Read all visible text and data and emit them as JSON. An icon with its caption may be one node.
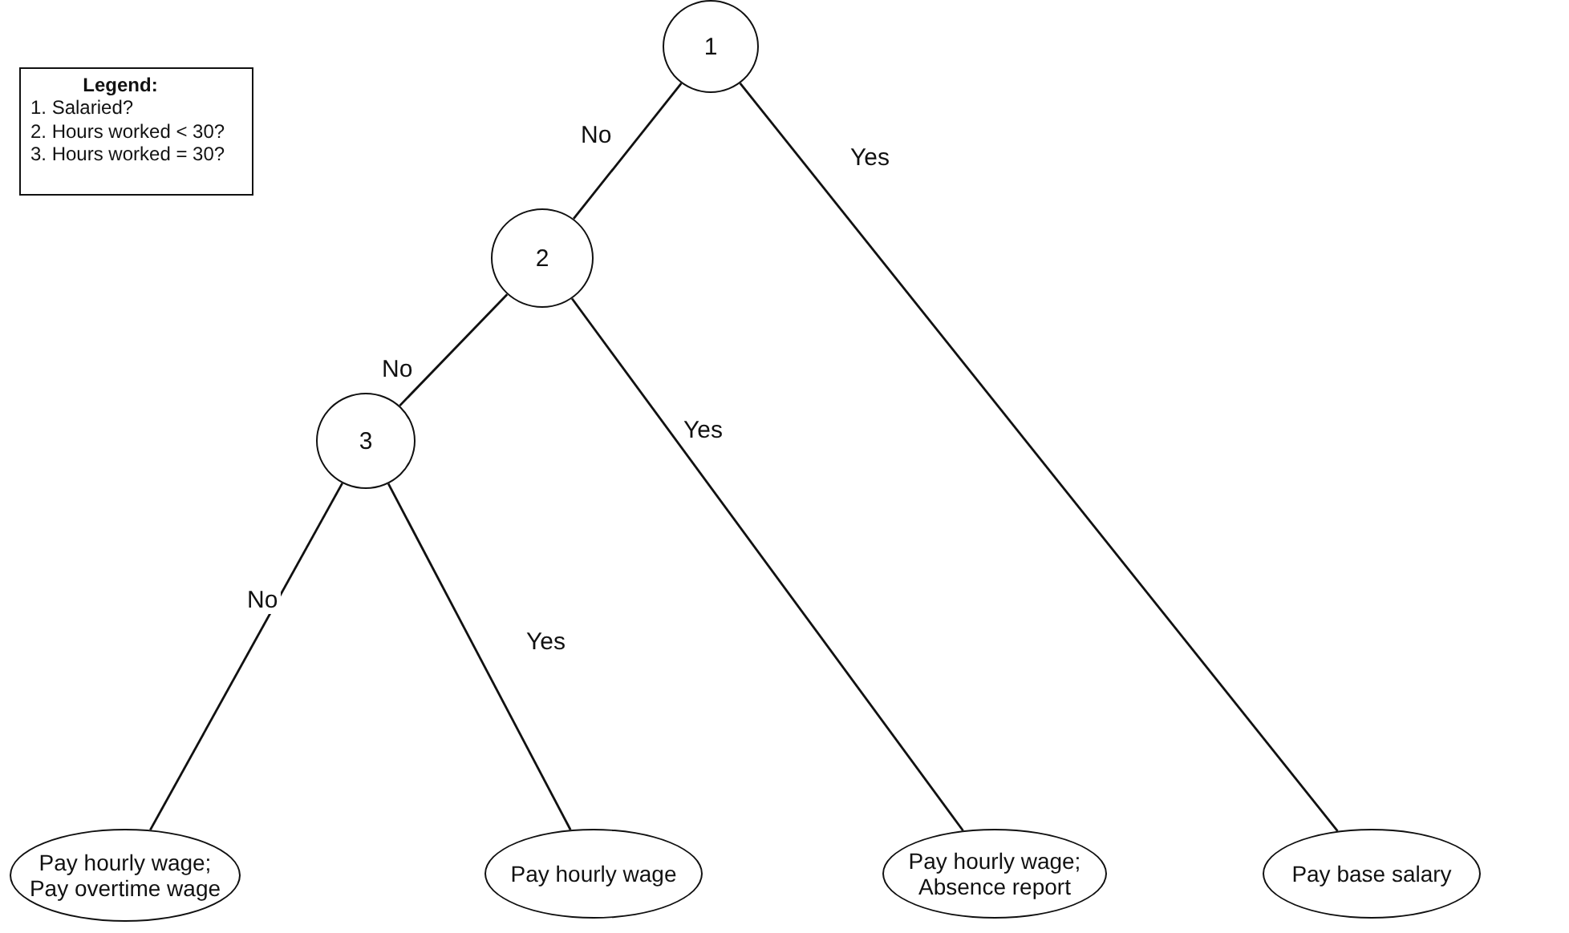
{
  "diagram": {
    "nodes": [
      {
        "text": [
          "Legend:",
          "1. Salaried?",
          "2. Hours worked < 30?",
          "3. Hours worked = 30?"
        ]
      },
      {
        "text": [
          "1"
        ]
      },
      {
        "text": [
          "2"
        ]
      },
      {
        "text": [
          "3"
        ]
      },
      {
        "text": [
          "Pay hourly wage; Pay overtime wage"
        ]
      },
      {
        "text": [
          "Pay hourly wage"
        ]
      },
      {
        "text": [
          "Pay hourly wage; Absence report"
        ]
      },
      {
        "text": [
          "Pay base salary"
        ]
      }
    ],
    "edges": [
      {
        "from": 1,
        "to": 2,
        "arrow": "none",
        "label": "No"
      },
      {
        "from": 1,
        "to": 7,
        "arrow": "none",
        "label": "Yes"
      },
      {
        "from": 2,
        "to": 3,
        "arrow": "none",
        "label": "No"
      },
      {
        "from": 2,
        "to": 6,
        "arrow": "none",
        "label": "Yes"
      },
      {
        "from": 3,
        "to": 4,
        "arrow": "none",
        "label": "No"
      },
      {
        "from": 3,
        "to": 5,
        "arrow": "none",
        "label": "Yes"
      }
    ]
  }
}
